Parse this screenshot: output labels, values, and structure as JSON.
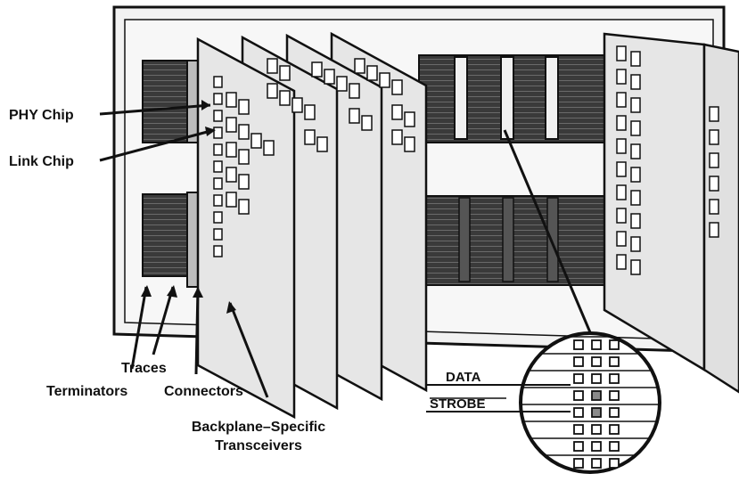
{
  "labels": {
    "phy_chip": "PHY Chip",
    "link_chip": "Link Chip",
    "traces": "Traces",
    "terminators": "Terminators",
    "connectors": "Connectors",
    "transceivers_line1": "Backplane–Specific",
    "transceivers_line2": "Transceivers",
    "data": "DATA",
    "strobe": "STROBE"
  },
  "colors": {
    "ink": "#111111",
    "card_fill": "#e6e6e6",
    "chassis_fill": "#f2f2f2",
    "cable_dark": "#2a2a2a",
    "connector_fill": "#bdbdbd",
    "highlight_pad": "#8a8a8a"
  }
}
